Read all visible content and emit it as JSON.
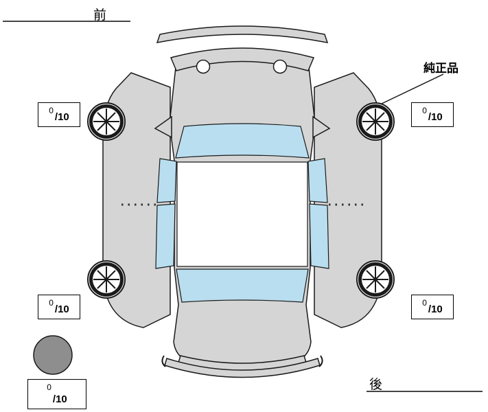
{
  "labels": {
    "front": "前",
    "rear": "後",
    "genuine_part": "純正品"
  },
  "tires": {
    "front_left": {
      "value": "0",
      "max": "/10"
    },
    "front_right": {
      "value": "0",
      "max": "/10"
    },
    "rear_left": {
      "value": "0",
      "max": "/10"
    },
    "rear_right": {
      "value": "0",
      "max": "/10"
    },
    "spare": {
      "value": "0",
      "max": "/10"
    }
  },
  "colors": {
    "body": "#d5d5d5",
    "window": "#b9def0",
    "roof": "#ffffff",
    "outline": "#1a1a1a",
    "spare_tire": "#8e8e8e",
    "background": "#ffffff"
  }
}
